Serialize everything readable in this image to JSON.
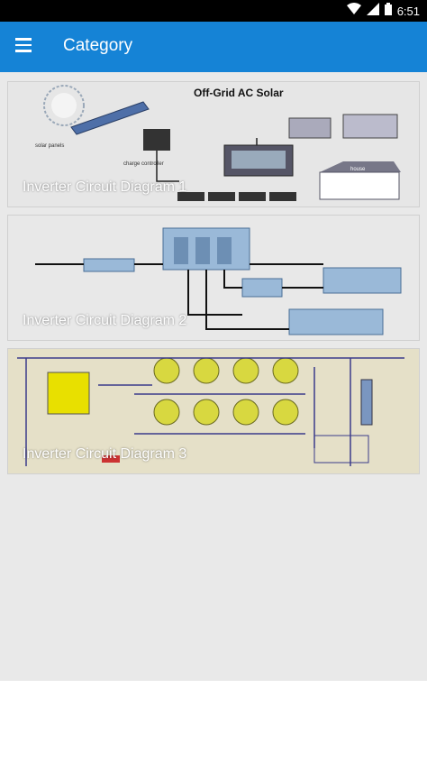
{
  "status_bar": {
    "time": "6:51",
    "icons": [
      "wifi-icon",
      "signal-icon",
      "battery-icon"
    ]
  },
  "app_bar": {
    "title": "Category",
    "menu_icon": "hamburger-menu-icon",
    "background": "#1583d6"
  },
  "categories": [
    {
      "label": "Inverter Circuit Diagram 1",
      "thumbnail": "off-grid-solar-diagram",
      "thumbnail_text": [
        "Off-Grid AC Solar",
        "solar panels",
        "charge controller",
        "house"
      ]
    },
    {
      "label": "Inverter Circuit Diagram 2",
      "thumbnail": "inverter-block-diagram"
    },
    {
      "label": "Inverter Circuit Diagram 3",
      "thumbnail": "inverter-schematic"
    }
  ]
}
